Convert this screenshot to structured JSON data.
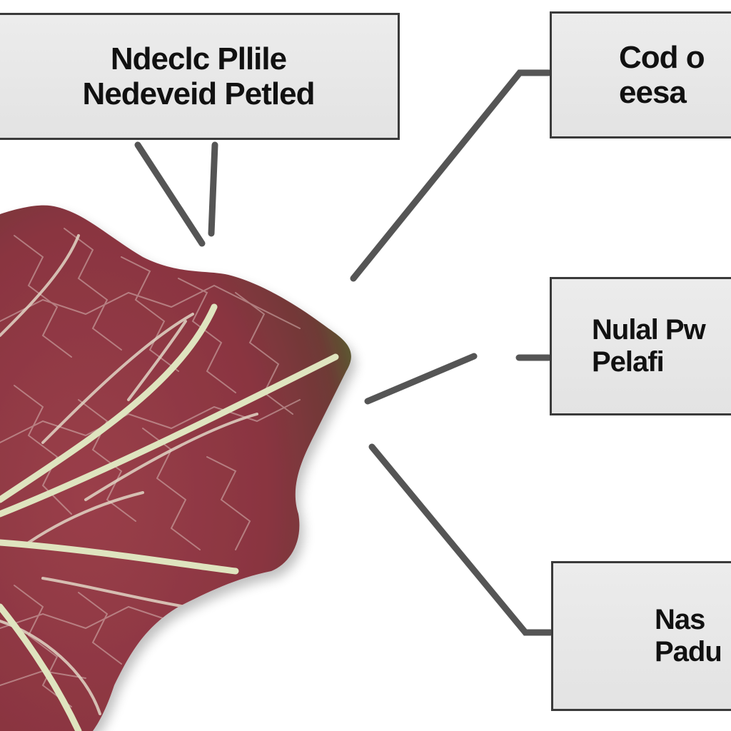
{
  "callouts": {
    "top_left": {
      "line1": "Ndeclc Pllile",
      "line2": "Nedeveid Petled"
    },
    "top_right": {
      "line1": "Cod o",
      "line2": "eesa"
    },
    "middle_right": {
      "line1": "Nulal Pw",
      "line2": "Pelafi"
    },
    "bottom_right": {
      "line1": "Nas",
      "line2": "Padu"
    }
  },
  "colors": {
    "leaf_body": "#8e3a43",
    "leaf_dark": "#6a2531",
    "leaf_edge_green": "#4f6b2c",
    "vein": "#d9dcc0",
    "connector": "#555555",
    "box_fill": "#e6e6e6",
    "box_border": "#3a3a3a"
  },
  "icons": {
    "leaf": "red-leaf-illustration"
  }
}
